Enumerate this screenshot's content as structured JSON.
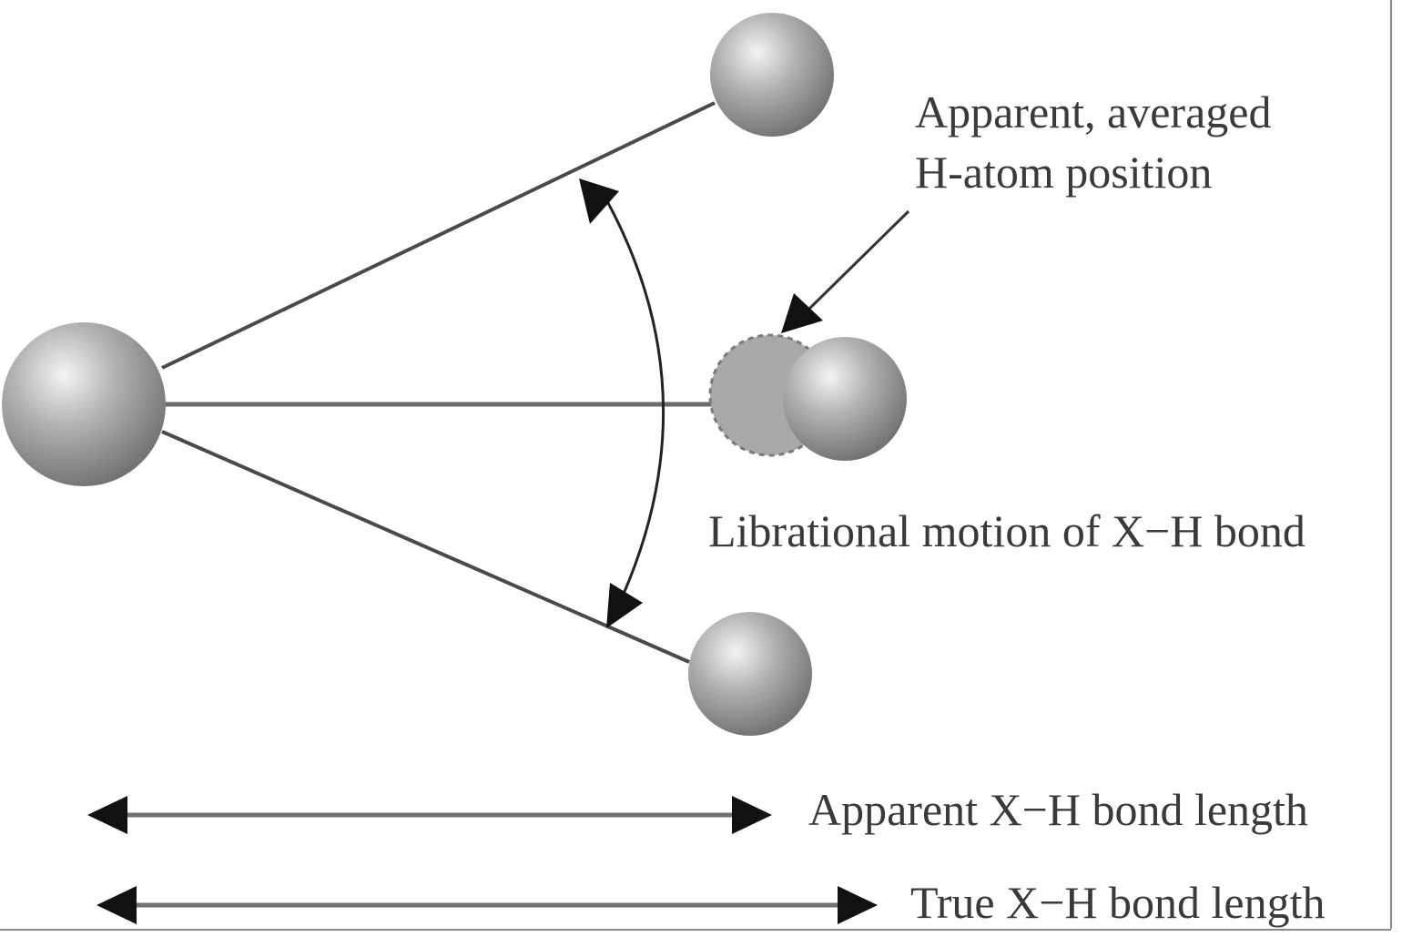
{
  "labels": {
    "apparent_position_line1": "Apparent, averaged",
    "apparent_position_line2": "H-atom position",
    "librational_motion": "Librational motion of X−H bond",
    "apparent_bond_length": "Apparent X−H bond length",
    "true_bond_length": "True X−H bond length"
  },
  "colors": {
    "atom_highlight": "#f2f2f2",
    "atom_mid": "#a8a8a8",
    "atom_shadow": "#6e6e6e",
    "averaged_atom_fill": "#a9a9a9",
    "line": "#4a4a4a",
    "text": "#3a3a3a"
  }
}
